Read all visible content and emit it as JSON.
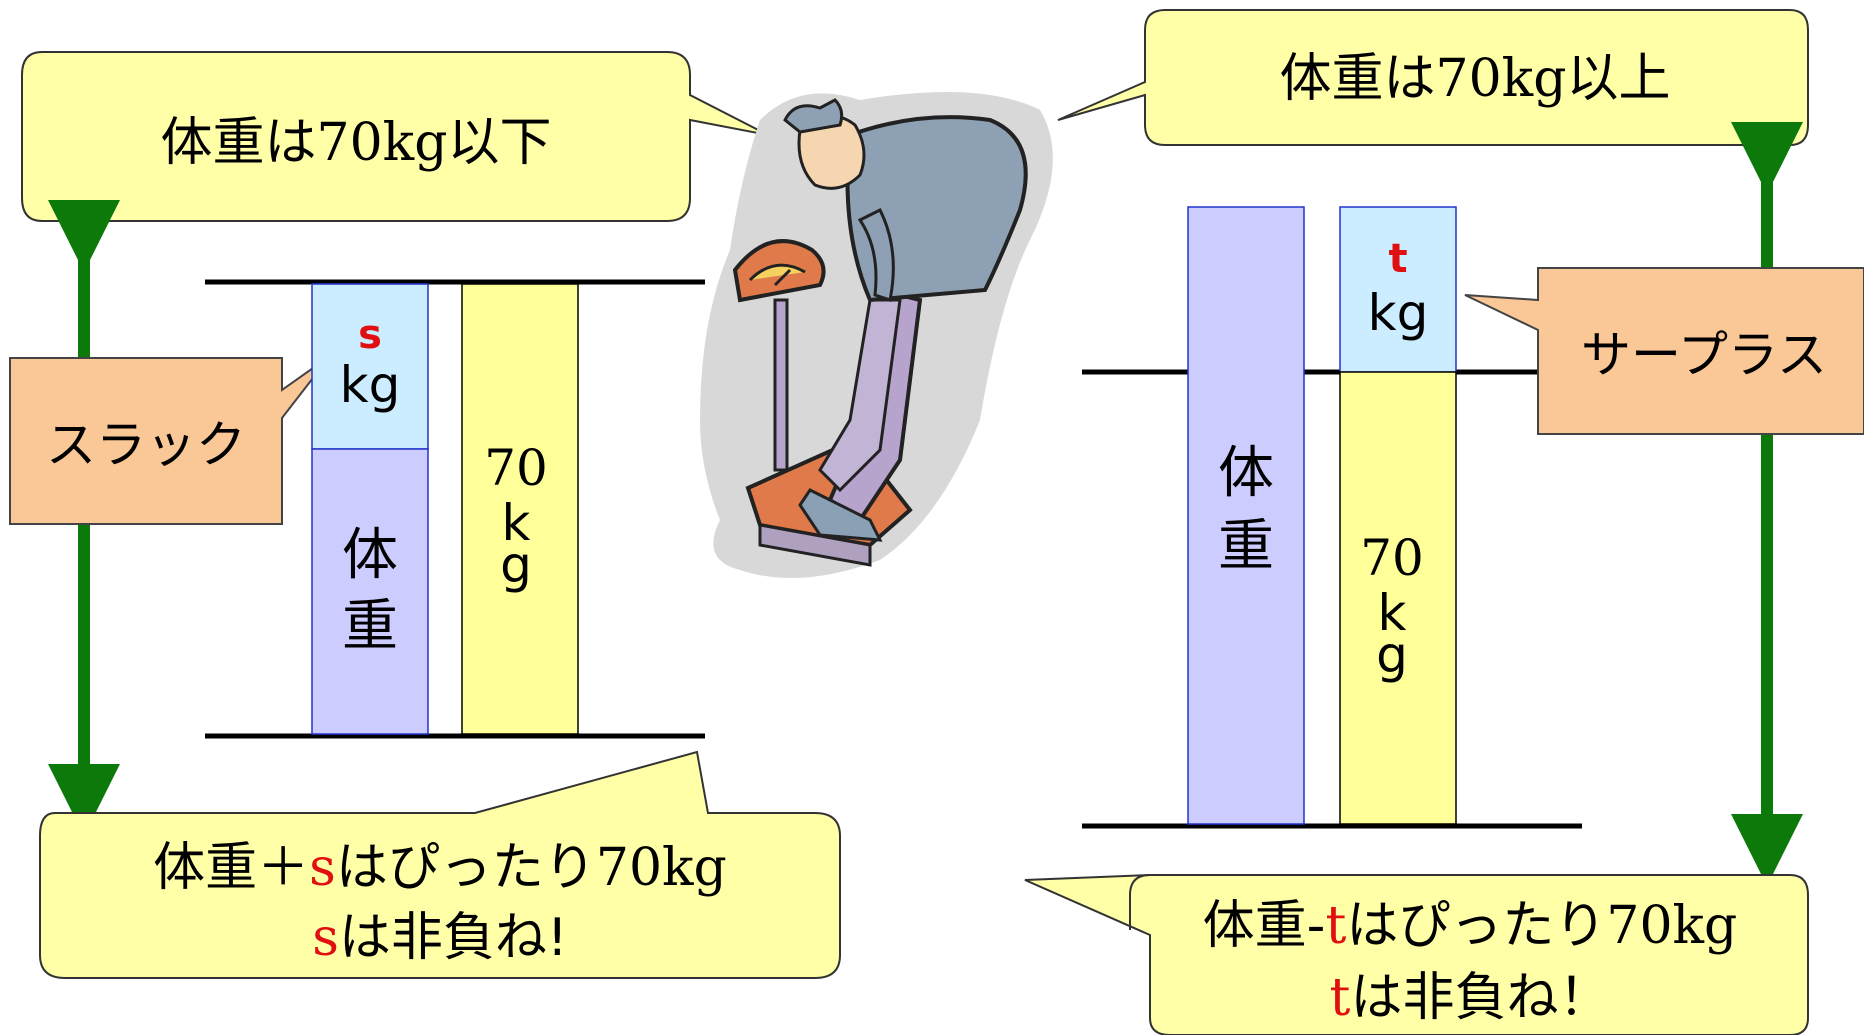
{
  "colors": {
    "callout_fill": "#ffffa8",
    "label_fill": "#fac796",
    "weight_fill": "#ccccff",
    "slack_fill": "#ccecff",
    "const_fill": "#ffff99",
    "arrow": "#0b7a0b",
    "highlight": "#e01010"
  },
  "left": {
    "callout_top": {
      "prefix": "体重は",
      "num": "70kg",
      "suffix": "以下"
    },
    "label": "スラック",
    "slack_var": "s",
    "slack_unit": "kg",
    "weight_label": [
      "体",
      "重"
    ],
    "const_label": [
      "70",
      "k",
      "g"
    ],
    "callout_bottom": {
      "line1_prefix": "体重＋",
      "var": "s",
      "line1_mid": "はぴったり",
      "line1_num": "70kg",
      "line2_suffix": "は非負ね!"
    }
  },
  "right": {
    "callout_top": {
      "prefix": "体重は",
      "num": "70kg",
      "suffix": "以上"
    },
    "label": "サープラス",
    "surplus_var": "t",
    "surplus_unit": "kg",
    "weight_label": [
      "体",
      "重"
    ],
    "const_label": [
      "70",
      "k",
      "g"
    ],
    "callout_bottom": {
      "line1_prefix": "体重-",
      "var": "t",
      "line1_mid": "はぴったり",
      "line1_num": "70kg",
      "line2_suffix": "は非負ね！"
    }
  },
  "clipart": {
    "icon": "man-on-scale-icon"
  }
}
